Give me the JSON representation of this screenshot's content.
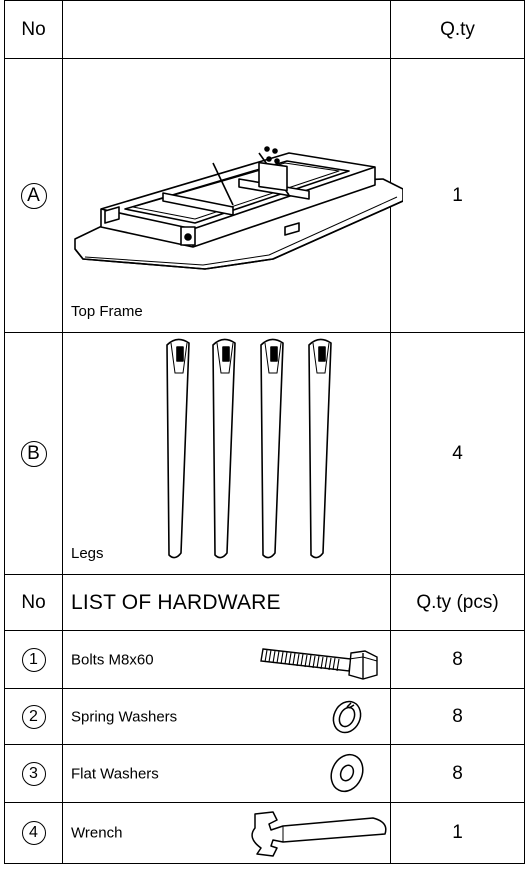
{
  "header": {
    "no": "No",
    "qty": "Q.ty"
  },
  "parts": [
    {
      "id": "A",
      "label": "Top Frame",
      "qty": "1"
    },
    {
      "id": "B",
      "label": "Legs",
      "qty": "4"
    }
  ],
  "hardware_header": {
    "no": "No",
    "title": "LIST OF HARDWARE",
    "qty": "Q.ty (pcs)"
  },
  "hardware": [
    {
      "id": "1",
      "label": "Bolts M8x60",
      "qty": "8",
      "icon": "bolt-icon"
    },
    {
      "id": "2",
      "label": "Spring Washers",
      "qty": "8",
      "icon": "spring-washer-icon"
    },
    {
      "id": "3",
      "label": "Flat Washers",
      "qty": "8",
      "icon": "flat-washer-icon"
    },
    {
      "id": "4",
      "label": "Wrench",
      "qty": "1",
      "icon": "wrench-icon"
    }
  ]
}
